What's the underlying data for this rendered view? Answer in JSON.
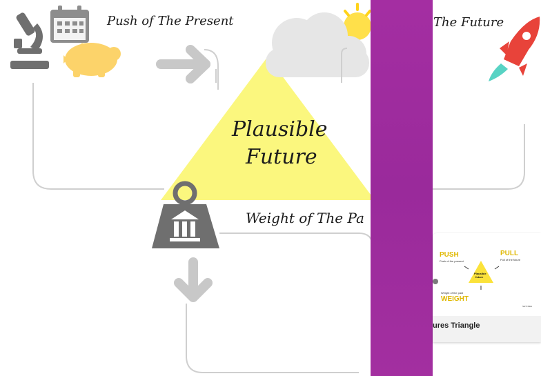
{
  "diagram": {
    "push_label": "Push of The Present",
    "pull_label": "The Future",
    "weight_label": "Weight of The Pa",
    "center_label_line1": "Plausible",
    "center_label_line2": "Future"
  },
  "thumbnail": {
    "caption": "ures Triangle",
    "push_word": "PUSH",
    "push_sub": "Push of the present",
    "pull_word": "PULL",
    "pull_sub": "Pull of the future",
    "center_line1": "Plausible",
    "center_line2": "future",
    "weight_sub": "Weight of the past",
    "weight_word": "WEIGHT",
    "brand": "NETFREE"
  },
  "colors": {
    "triangle": "#fbf77e",
    "purple": "#a32fa0",
    "rocket": "#e8433a",
    "piggy": "#fcd36a",
    "gray_icon": "#6f6f6f",
    "arrow_gray": "#c8c8c8",
    "box_border": "#cfcfcf"
  },
  "icons": [
    "microscope-icon",
    "calendar-icon",
    "piggy-bank-icon",
    "cloud-icon",
    "sun-icon",
    "rocket-icon",
    "weight-bank-icon",
    "arrow-right-icon",
    "arrow-down-icon"
  ]
}
